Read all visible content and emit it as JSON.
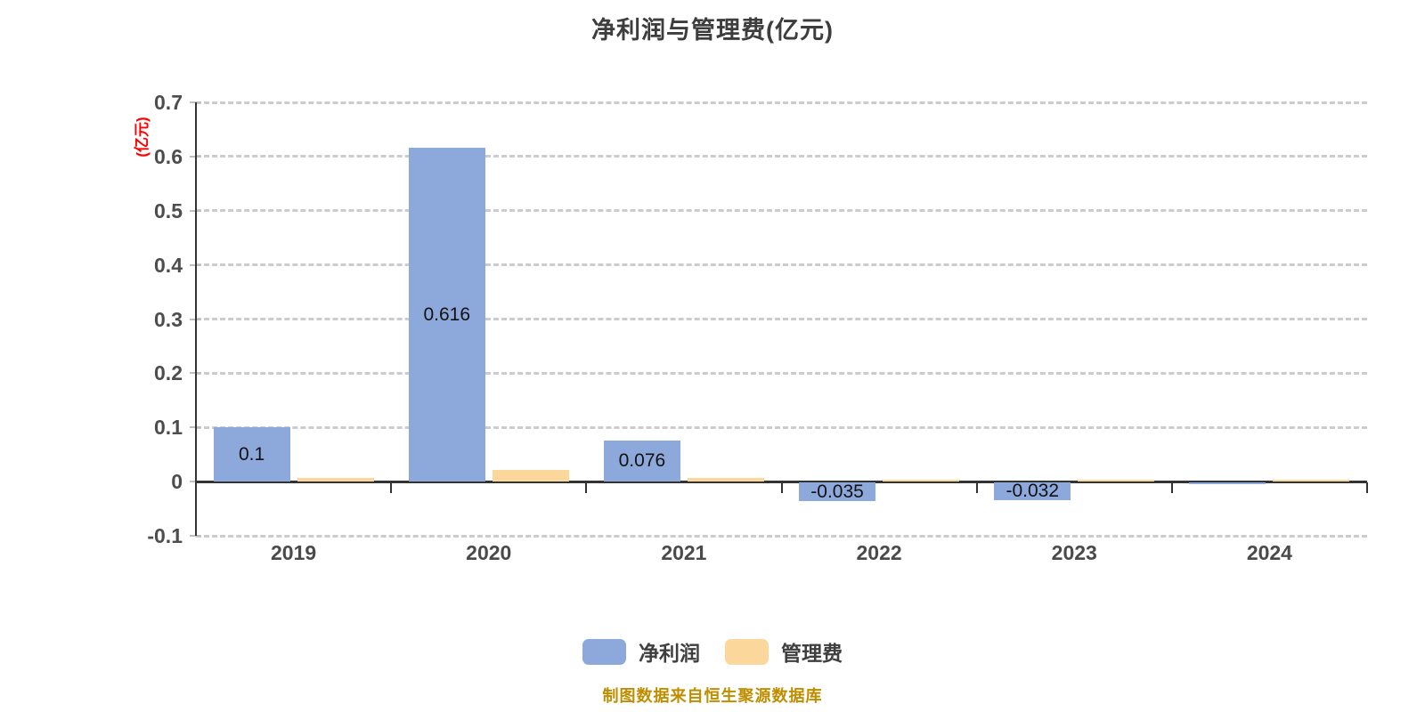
{
  "title": "净利润与管理费(亿元)",
  "y_axis_name": "(亿元)",
  "footer": "制图数据来自恒生聚源数据库",
  "colors": {
    "net_profit": "#8da9db",
    "mgmt_fee": "#fcd79c",
    "axis": "#333333",
    "grid": "#cccccc",
    "y_axis_name": "#ff0000",
    "footer": "#bf8e00",
    "title": "#3d3d3d"
  },
  "legend": {
    "items": [
      {
        "id": "net-profit",
        "label": "净利润",
        "color": "#8da9db"
      },
      {
        "id": "mgmt-fee",
        "label": "管理费",
        "color": "#fcd79c"
      }
    ]
  },
  "chart_data": {
    "type": "bar",
    "title": "净利润与管理费(亿元)",
    "ylabel": "(亿元)",
    "categories": [
      "2019",
      "2020",
      "2021",
      "2022",
      "2023",
      "2024"
    ],
    "series": [
      {
        "id": "net-profit",
        "name": "净利润",
        "color": "#8da9db",
        "values": [
          0.1,
          0.616,
          0.076,
          -0.035,
          -0.032,
          -0.002
        ],
        "labels": [
          "0.1",
          "0.616",
          "0.076",
          "-0.035",
          "-0.032",
          ""
        ]
      },
      {
        "id": "mgmt-fee",
        "name": "管理费",
        "color": "#fcd79c",
        "values": [
          0.007,
          0.022,
          0.007,
          0.002,
          0.004,
          0.004
        ],
        "labels": [
          "",
          "",
          "",
          "",
          "",
          ""
        ]
      }
    ],
    "ylim": [
      -0.1,
      0.7
    ],
    "yticks": [
      0.7,
      0.6,
      0.5,
      0.4,
      0.3,
      0.2,
      0.1,
      0,
      -0.1
    ],
    "ytick_labels": [
      "0.7",
      "0.6",
      "0.5",
      "0.4",
      "0.3",
      "0.2",
      "0.1",
      "0",
      "-0.1"
    ],
    "grid": "horizontal-dashed",
    "legend_position": "bottom"
  }
}
